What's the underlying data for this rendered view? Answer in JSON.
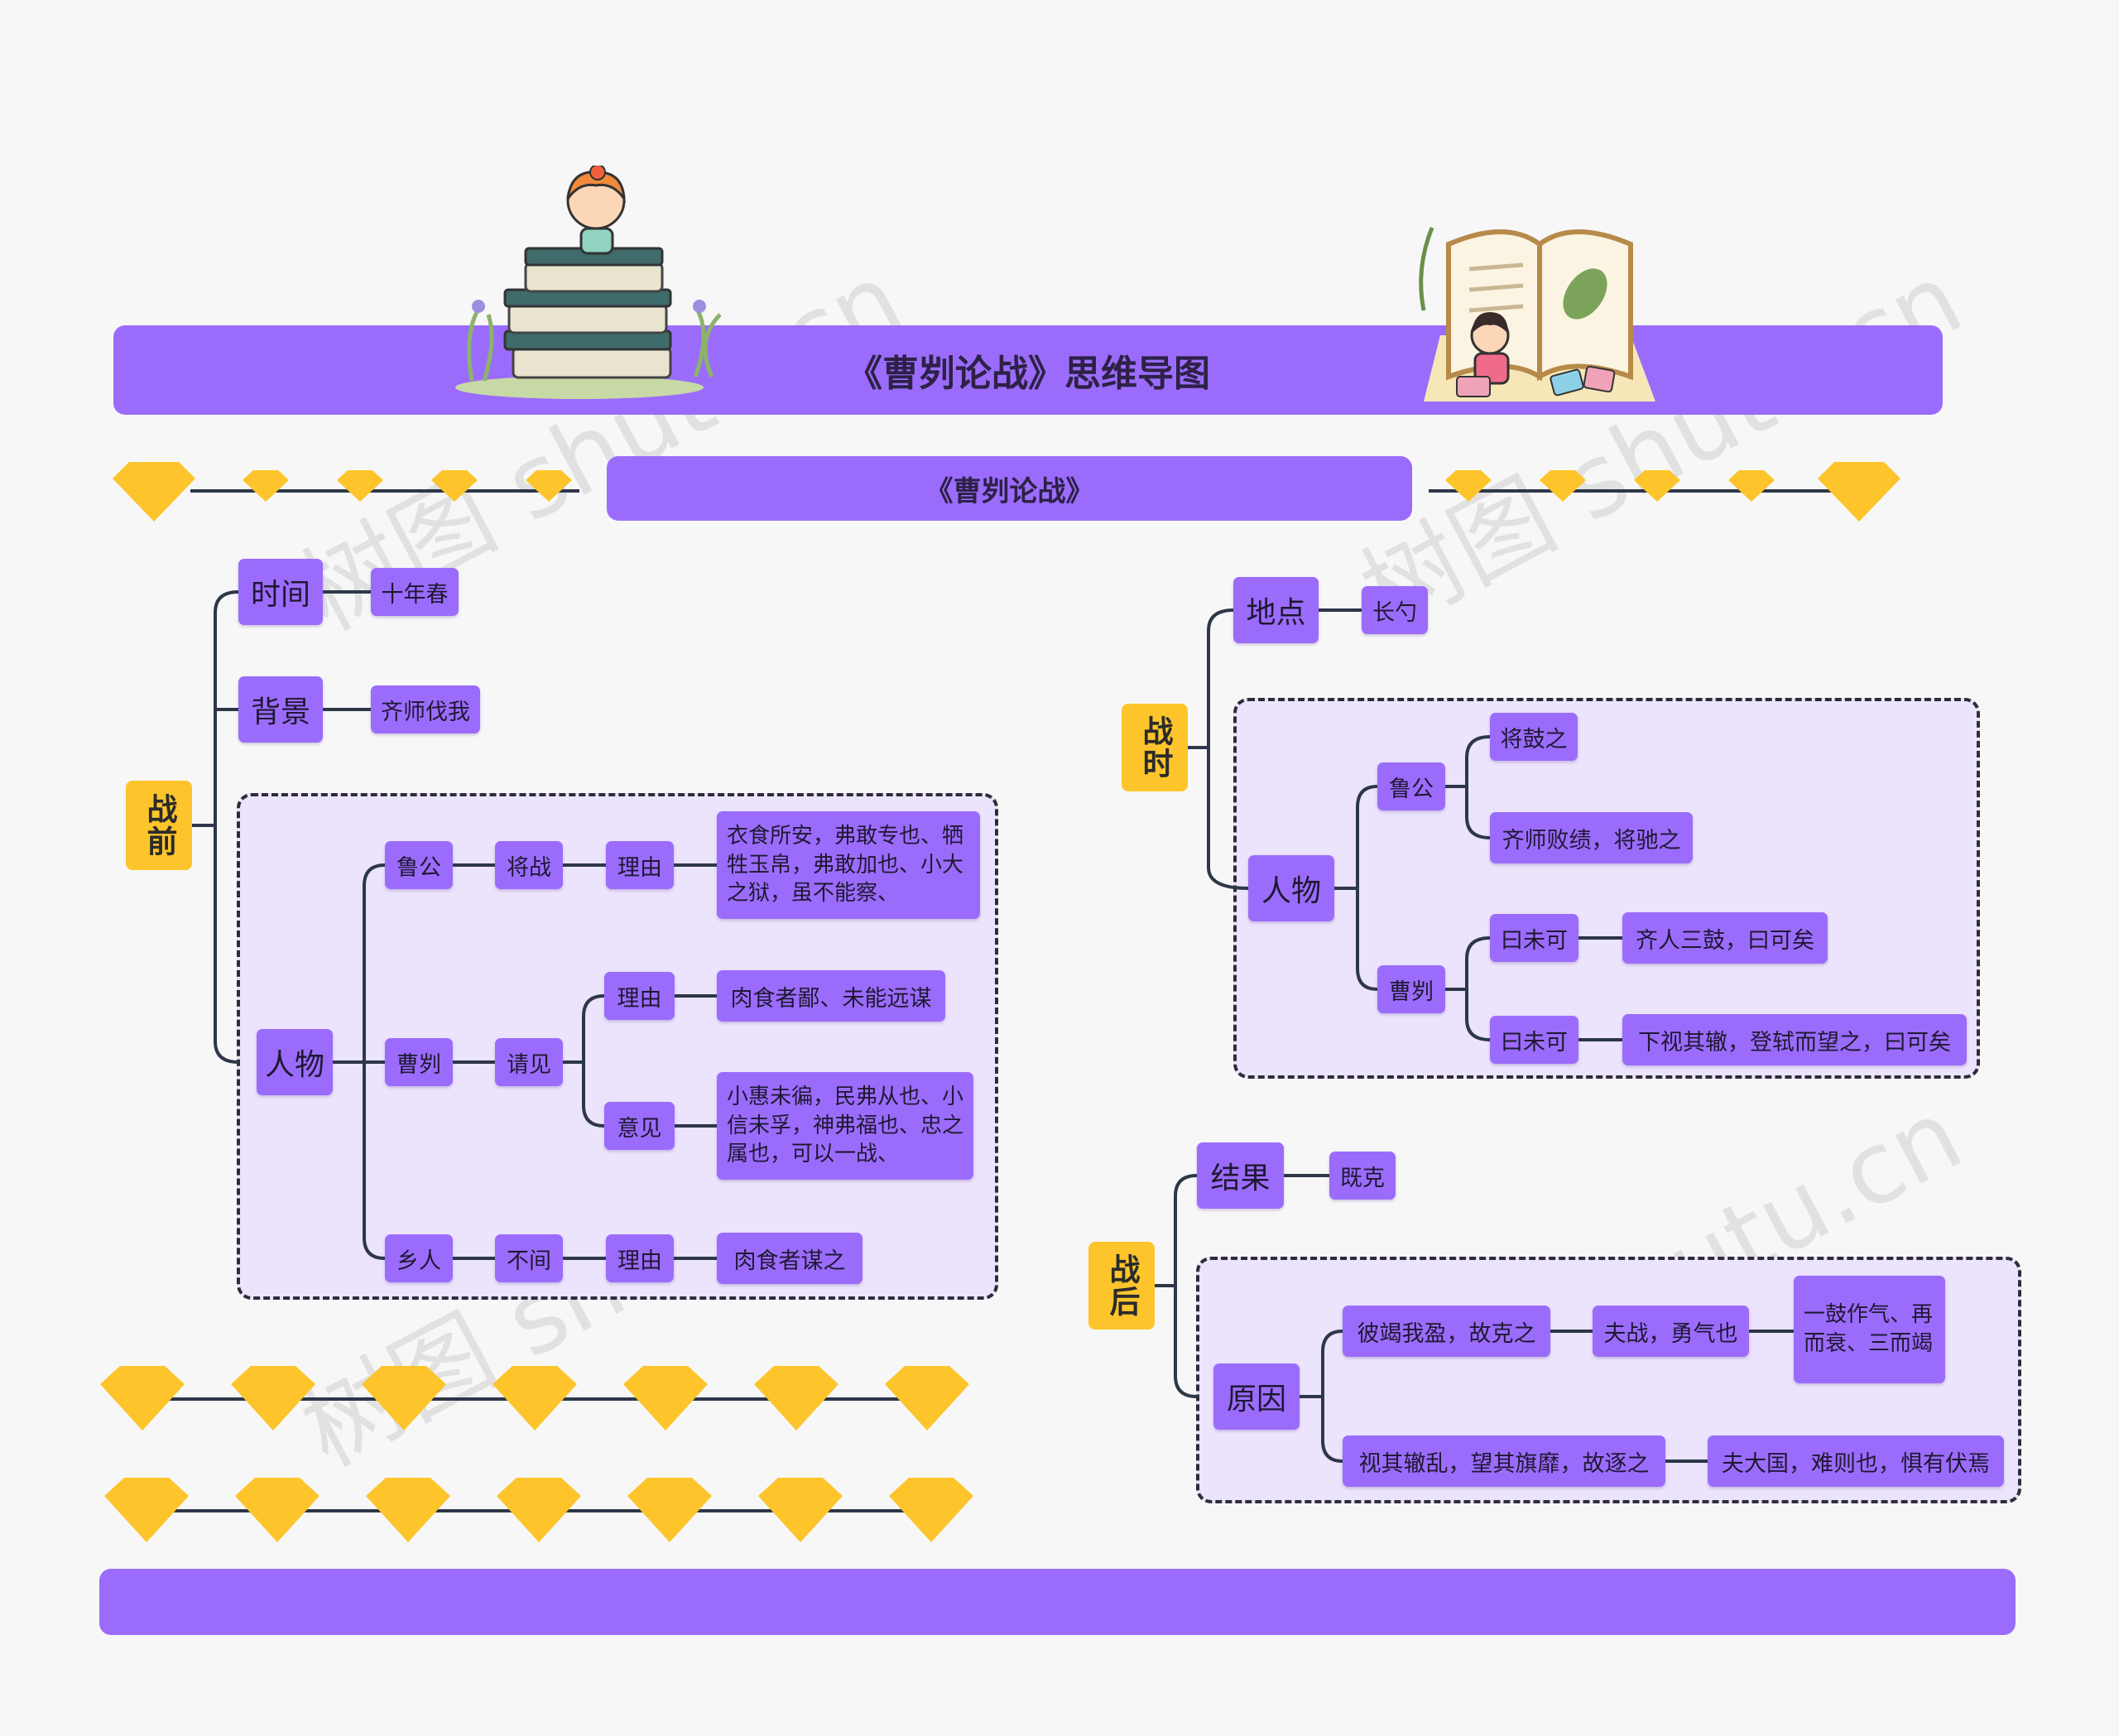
{
  "title": "《曹刿论战》思维导图",
  "subtitle": "《曹刿论战》",
  "colors": {
    "node": "#9b6cfb",
    "root": "#fdc52b",
    "group_bg": "#ece3fd",
    "line": "#2d3748",
    "diamond": "#fdc52b"
  },
  "watermark": "树图 shutu.cn",
  "before": {
    "root": "战前",
    "time": {
      "label": "时间",
      "value": "十年春"
    },
    "background": {
      "label": "背景",
      "value": "齐师伐我"
    },
    "people": {
      "label": "人物",
      "lugong": {
        "label": "鲁公",
        "action": "将战",
        "reason": "理由",
        "detail": "衣食所安，弗敢专也、牺牲玉帛，弗敢加也、小大之狱，虽不能察、"
      },
      "caogui": {
        "label": "曹刿",
        "action": "请见",
        "reason": "理由",
        "reason_detail": "肉食者鄙、未能远谋",
        "opinion": "意见",
        "opinion_detail": "小惠未徧，民弗从也、小信未孚，神弗福也、忠之属也，可以一战、"
      },
      "xiangren": {
        "label": "乡人",
        "action": "不间",
        "reason": "理由",
        "detail": "肉食者谋之"
      }
    }
  },
  "during": {
    "root": "战时",
    "place": {
      "label": "地点",
      "value": "长勺"
    },
    "people": {
      "label": "人物",
      "lugong": {
        "label": "鲁公",
        "a": "将鼓之",
        "b": "齐师败绩，将驰之"
      },
      "caogui": {
        "label": "曹刿",
        "a": "曰未可",
        "a_detail": "齐人三鼓，曰可矣",
        "b": "曰未可",
        "b_detail": "下视其辙，登轼而望之，曰可矣"
      }
    }
  },
  "after": {
    "root": "战后",
    "result": {
      "label": "结果",
      "value": "既克"
    },
    "reason": {
      "label": "原因",
      "a": "彼竭我盈，故克之",
      "a_mid": "夫战，勇气也",
      "a_detail": "一鼓作气、再而衰、三而竭",
      "b": "视其辙乱，望其旗靡，故逐之",
      "b_detail": "夫大国，难则也，惧有伏焉"
    }
  }
}
